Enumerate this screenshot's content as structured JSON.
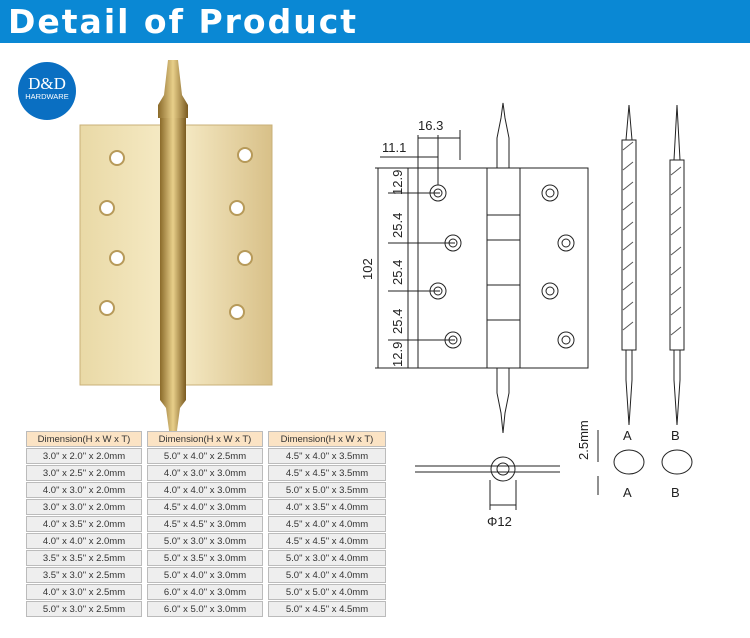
{
  "header": {
    "title": "Detail of Product"
  },
  "logo": {
    "line1": "D&D",
    "line2": "HARDWARE"
  },
  "drawing": {
    "dims": {
      "top_width": "16.3",
      "left_offset": "11.1",
      "top_margin": "12.9",
      "pitch1": "25.4",
      "pitch2": "25.4",
      "pitch3": "25.4",
      "bottom_margin": "12.9",
      "height": "102",
      "thickness": "2.5mm",
      "pin_diameter": "Φ12"
    },
    "variant_a": "A",
    "variant_b": "B",
    "ring_a": "A",
    "ring_b": "B"
  },
  "tables": [
    {
      "header": "Dimension(H x W x T)",
      "rows": [
        "3.0\" x 2.0\" x 2.0mm",
        "3.0\" x 2.5\" x 2.0mm",
        "4.0\" x 3.0\" x 2.0mm",
        "3.0\" x 3.0\" x 2.0mm",
        "4.0\" x 3.5\" x 2.0mm",
        "4.0\" x 4.0\" x 2.0mm",
        "3.5\" x 3.5\" x 2.5mm",
        "3.5\" x 3.0\" x 2.5mm",
        "4.0\" x 3.0\" x 2.5mm",
        "5.0\" x 3.0\" x 2.5mm"
      ]
    },
    {
      "header": "Dimension(H x W x T)",
      "rows": [
        "5.0\" x 4.0\" x 2.5mm",
        "4.0\" x 3.0\" x 3.0mm",
        "4.0\" x 4.0\" x 3.0mm",
        "4.5\" x 4.0\" x 3.0mm",
        "4.5\" x 4.5\" x 3.0mm",
        "5.0\" x 3.0\" x 3.0mm",
        "5.0\" x 3.5\" x 3.0mm",
        "5.0\" x 4.0\" x 3.0mm",
        "6.0\" x 4.0\" x 3.0mm",
        "6.0\" x 5.0\" x 3.0mm"
      ]
    },
    {
      "header": "Dimension(H x W x T)",
      "rows": [
        "4.5\" x 4.0\" x 3.5mm",
        "4.5\" x 4.5\" x 3.5mm",
        "5.0\" x 5.0\" x 3.5mm",
        "4.0\" x 3.5\" x 4.0mm",
        "4.5\" x 4.0\" x 4.0mm",
        "4.5\" x 4.5\" x 4.0mm",
        "5.0\" x 3.0\" x 4.0mm",
        "5.0\" x 4.0\" x 4.0mm",
        "5.0\" x 5.0\" x 4.0mm",
        "5.0\" x 4.5\" x 4.5mm"
      ]
    }
  ]
}
